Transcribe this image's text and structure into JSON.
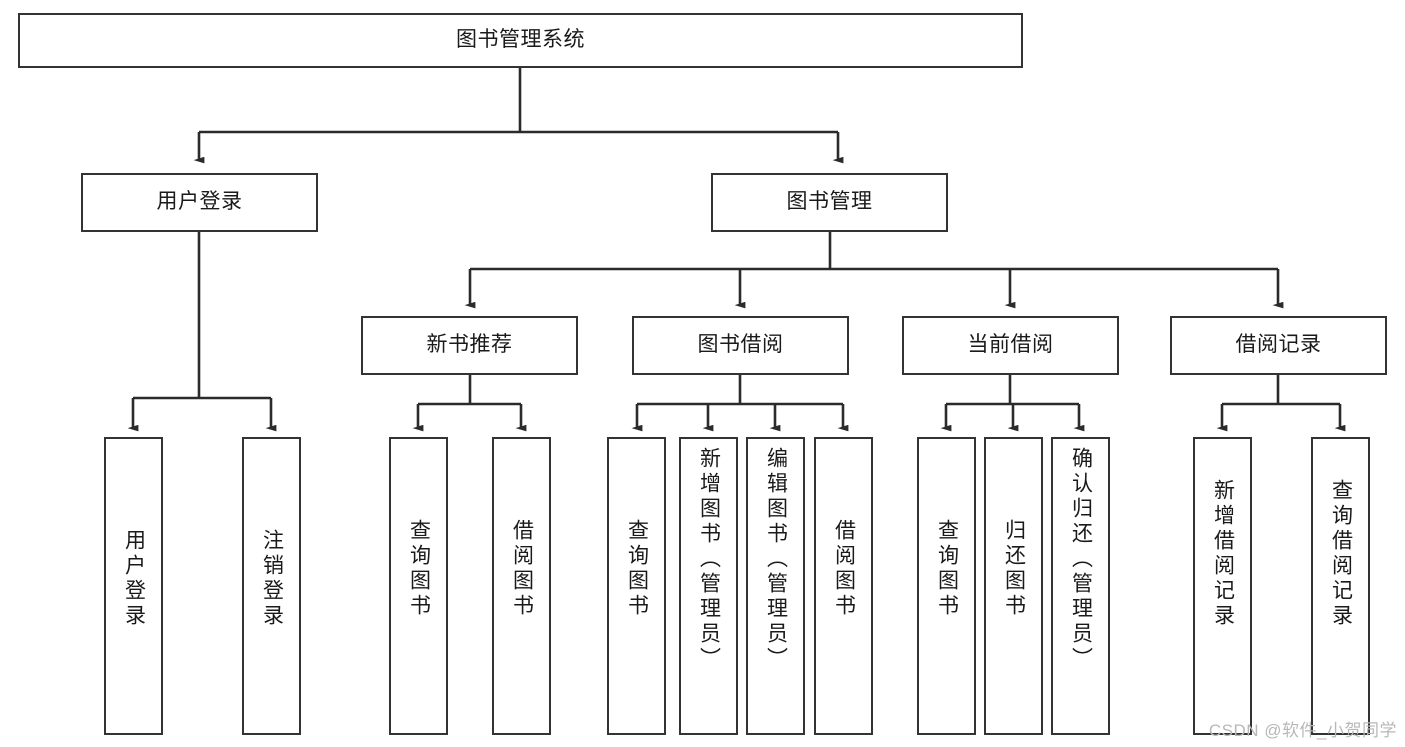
{
  "diagram": {
    "type": "tree-hierarchy",
    "title": "图书管理系统",
    "watermark": "CSDN @软件_小贺同学",
    "colors": {
      "box_border": "#333333",
      "box_fill": "#ffffff",
      "edge": "#2b2b2b",
      "text": "#1a1a1a",
      "watermark": "#b8b8b8",
      "background": "#ffffff"
    },
    "levels": {
      "root": {
        "label": "图书管理系统"
      },
      "level2": [
        {
          "id": "user-login",
          "label": "用户登录"
        },
        {
          "id": "book-management",
          "label": "图书管理"
        }
      ],
      "level3": [
        {
          "id": "new-book-recommend",
          "label": "新书推荐",
          "parent": "book-management"
        },
        {
          "id": "book-borrow",
          "label": "图书借阅",
          "parent": "book-management"
        },
        {
          "id": "current-borrow",
          "label": "当前借阅",
          "parent": "book-management"
        },
        {
          "id": "borrow-record",
          "label": "借阅记录",
          "parent": "book-management"
        }
      ],
      "leaves": [
        {
          "id": "leaf-user-login",
          "label": "用户登录",
          "parent": "user-login"
        },
        {
          "id": "leaf-logout-login",
          "label": "注销登录",
          "parent": "user-login"
        },
        {
          "id": "leaf-query-book-1",
          "label": "查询图书",
          "parent": "new-book-recommend"
        },
        {
          "id": "leaf-borrow-book-1",
          "label": "借阅图书",
          "parent": "new-book-recommend"
        },
        {
          "id": "leaf-query-book-2",
          "label": "查询图书",
          "parent": "book-borrow"
        },
        {
          "id": "leaf-add-book",
          "label": "新增图书（管理员）",
          "parent": "book-borrow"
        },
        {
          "id": "leaf-edit-book",
          "label": "编辑图书（管理员）",
          "parent": "book-borrow"
        },
        {
          "id": "leaf-borrow-book-2",
          "label": "借阅图书",
          "parent": "book-borrow"
        },
        {
          "id": "leaf-query-book-3",
          "label": "查询图书",
          "parent": "current-borrow"
        },
        {
          "id": "leaf-return-book",
          "label": "归还图书",
          "parent": "current-borrow"
        },
        {
          "id": "leaf-confirm-return",
          "label": "确认归还（管理员）",
          "parent": "current-borrow"
        },
        {
          "id": "leaf-add-record",
          "label": "新增借阅记录",
          "parent": "borrow-record"
        },
        {
          "id": "leaf-query-record",
          "label": "查询借阅记录",
          "parent": "borrow-record"
        }
      ]
    }
  }
}
